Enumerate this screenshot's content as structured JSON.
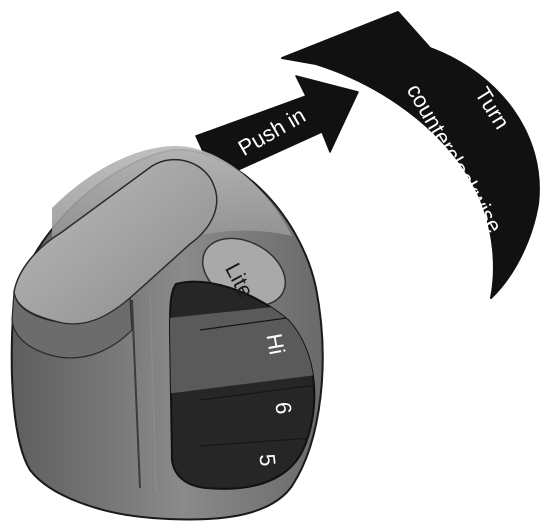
{
  "arrows": {
    "push": {
      "label": "Push in"
    },
    "turn": {
      "line1": "Turn",
      "line2": "counterclockwise"
    }
  },
  "dial": {
    "settings": [
      "Lite",
      "Hi",
      "6",
      "5"
    ]
  },
  "colors": {
    "arrow": "#111111",
    "knob_light": "#9e9e9e",
    "knob_mid": "#7a7a7a",
    "knob_dark": "#4a4a4a",
    "dial_dark": "#262626",
    "lite_band": "#a9a9a9",
    "hi_band": "#5a5a5a",
    "text_light": "#ffffff",
    "text_dark": "#1a1a1a"
  },
  "icons": {
    "knob": "control-knob-icon",
    "push_arrow": "push-arrow-icon",
    "turn_arrow": "curved-arrow-icon"
  }
}
